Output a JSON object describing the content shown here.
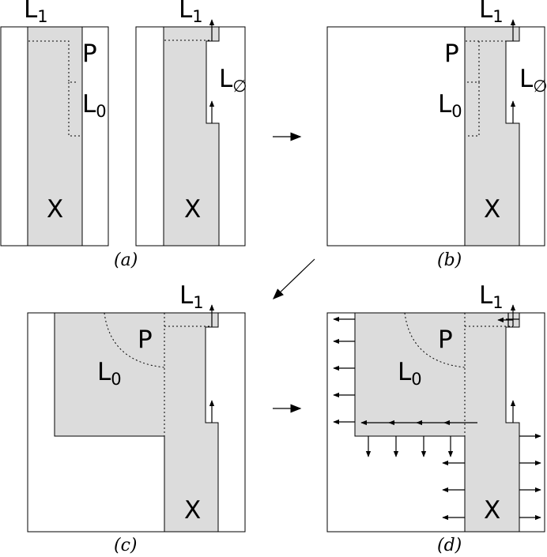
{
  "labels": {
    "L1": "L",
    "L1_sub": "1",
    "L0": "L",
    "L0_sub": "0",
    "Lempty": "L",
    "Lempty_sub": "∅",
    "P": "P",
    "X": "X"
  },
  "captions": {
    "a": "(a)",
    "b": "(b)",
    "c": "(c)",
    "d": "(d)"
  }
}
